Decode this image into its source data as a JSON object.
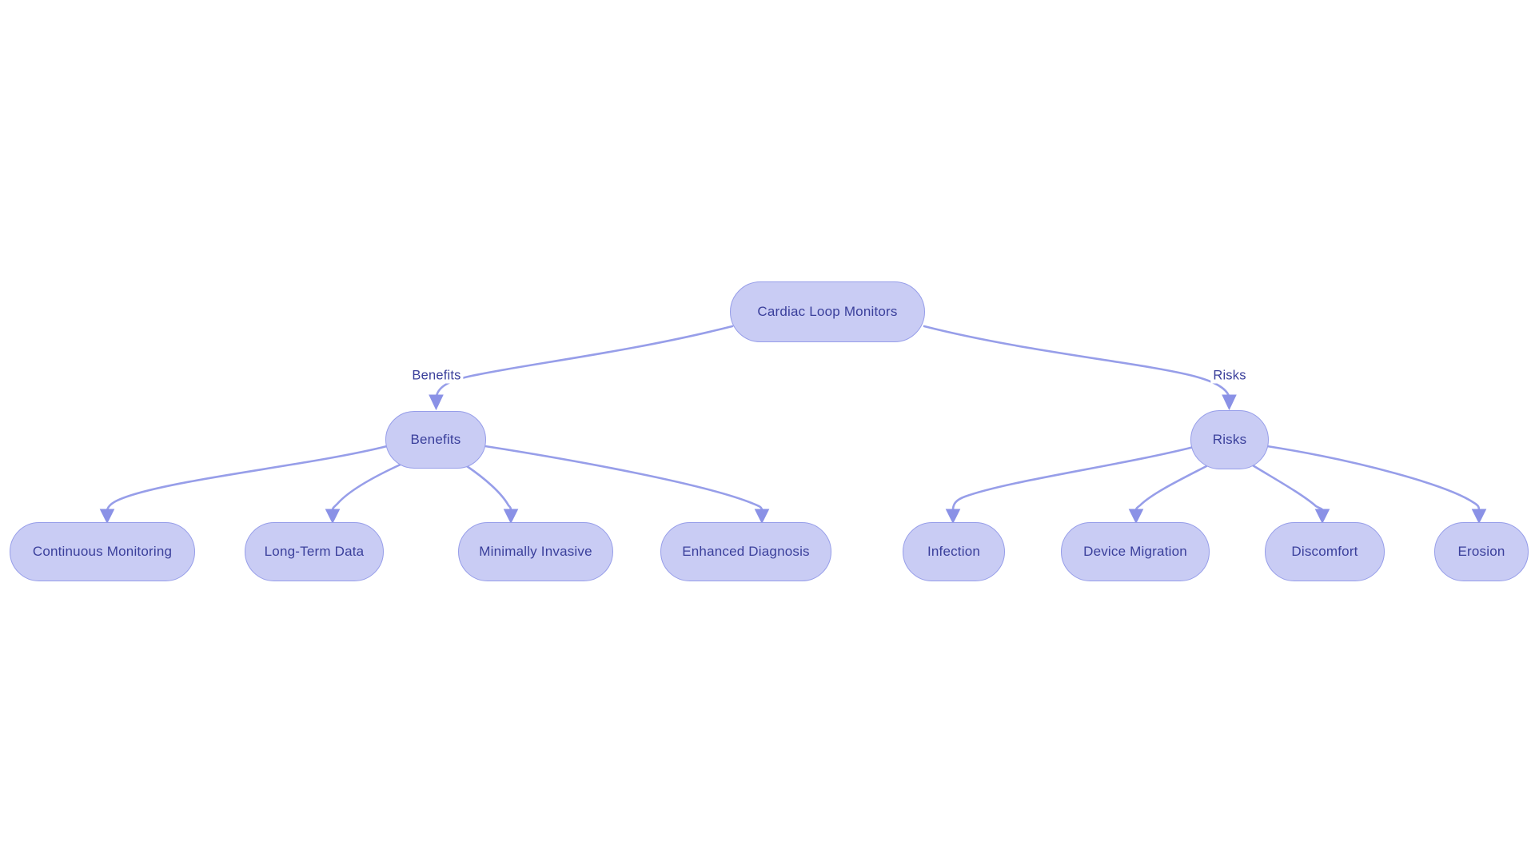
{
  "diagram": {
    "type": "flowchart-top-down",
    "root": {
      "label": "Cardiac Loop Monitors"
    },
    "branches": [
      {
        "label": "Benefits",
        "edge_label": "Benefits",
        "children": [
          {
            "label": "Continuous Monitoring"
          },
          {
            "label": "Long-Term Data"
          },
          {
            "label": "Minimally Invasive"
          },
          {
            "label": "Enhanced Diagnosis"
          }
        ]
      },
      {
        "label": "Risks",
        "edge_label": "Risks",
        "children": [
          {
            "label": "Infection"
          },
          {
            "label": "Device Migration"
          },
          {
            "label": "Discomfort"
          },
          {
            "label": "Erosion"
          }
        ]
      }
    ],
    "colors": {
      "background": "#ffffff",
      "node_fill": "#c9ccf4",
      "node_border": "#969de9",
      "edge_stroke": "#979ee9",
      "arrowhead_fill": "#8a91e6",
      "text": "#3a3f9b"
    }
  }
}
